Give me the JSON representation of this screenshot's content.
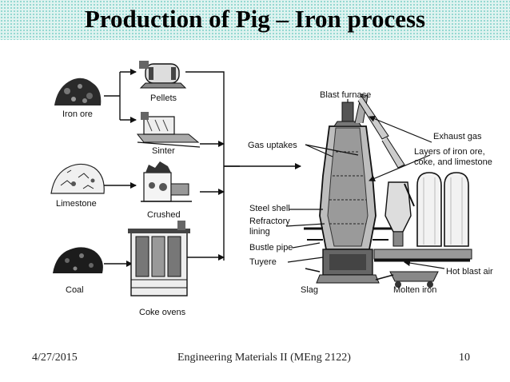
{
  "slide": {
    "title": "Production of Pig – Iron process",
    "footer": {
      "date": "4/27/2015",
      "course": "Engineering Materials II (MEng 2122)",
      "page": "10"
    }
  },
  "inputs": {
    "iron_ore": "Iron ore",
    "limestone": "Limestone",
    "coal": "Coal"
  },
  "processes": {
    "pellets": "Pellets",
    "sinter": "Sinter",
    "crushed": "Crushed",
    "coke_ovens": "Coke ovens"
  },
  "furnace": {
    "blast_furnace": "Blast furnace",
    "exhaust_gas": "Exhaust gas",
    "gas_uptakes": "Gas uptakes",
    "layers_line1": "Layers of iron ore,",
    "layers_line2": "coke, and limestone",
    "steel_shell": "Steel shell",
    "refractory_line1": "Refractory",
    "refractory_line2": "lining",
    "bustle_pipe": "Bustle pipe",
    "tuyere": "Tuyere",
    "hot_blast_air": "Hot blast air",
    "slag": "Slag",
    "molten_iron": "Molten iron"
  }
}
